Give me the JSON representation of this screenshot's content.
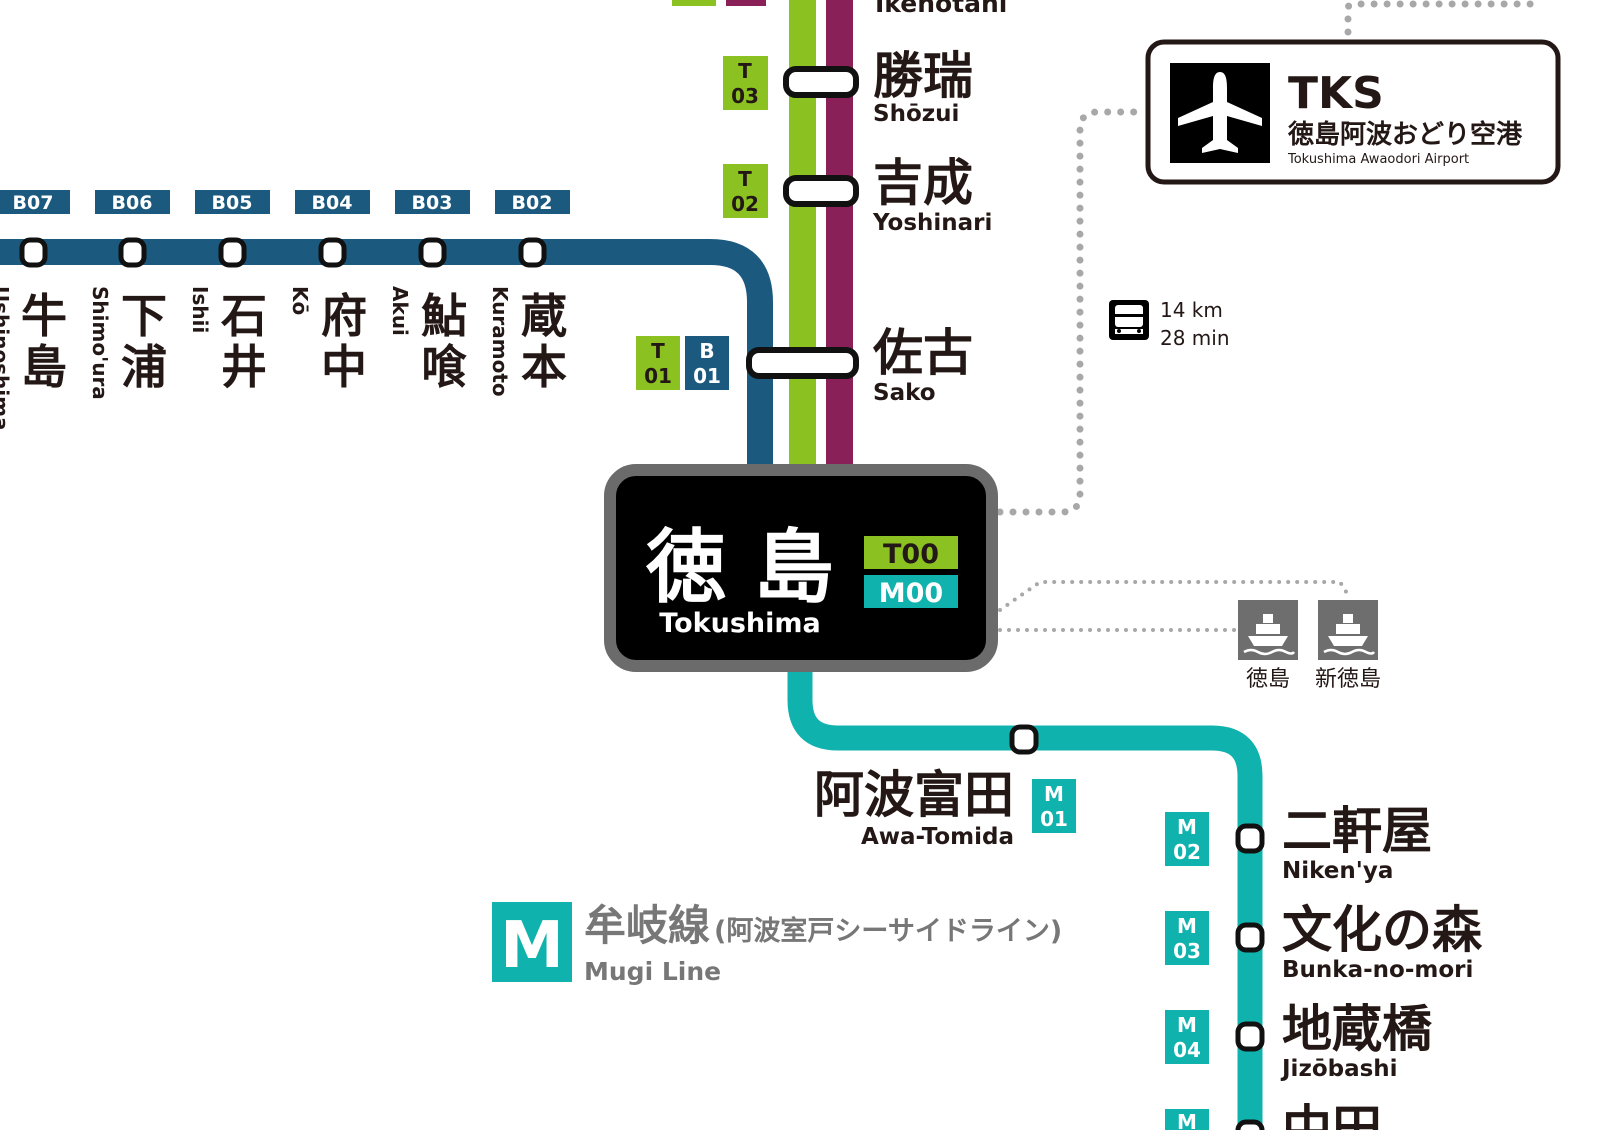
{
  "colors": {
    "b_line": "#1b5a7e",
    "t_line": "#8bc221",
    "purple_line": "#8a2058",
    "m_line": "#0fb2ad",
    "text": "#231815",
    "gray": "#777777",
    "hub_fill": "#000000",
    "hub_border": "#6b6b6b",
    "dots": "#a8a8a8"
  },
  "top_station": {
    "en": "Ikenotani"
  },
  "t_stations": [
    {
      "code_letter": "T",
      "code_num": "03",
      "jp": "勝瑞",
      "en": "Shōzui"
    },
    {
      "code_letter": "T",
      "code_num": "02",
      "jp": "吉成",
      "en": "Yoshinari"
    },
    {
      "code_letter": "T",
      "code_num": "01",
      "jp": "佐古",
      "en": "Sako"
    }
  ],
  "b_transfer_code": {
    "letter": "B",
    "num": "01"
  },
  "b_stations": [
    {
      "code": "B07",
      "jp": "牛島",
      "en": "Ushinoshima"
    },
    {
      "code": "B06",
      "jp": "下浦",
      "en": "Shimo'ura"
    },
    {
      "code": "B05",
      "jp": "石井",
      "en": "Ishii"
    },
    {
      "code": "B04",
      "jp": "府中",
      "en": "Kō"
    },
    {
      "code": "B03",
      "jp": "鮎喰",
      "en": "Akui"
    },
    {
      "code": "B02",
      "jp": "蔵本",
      "en": "Kuramoto"
    }
  ],
  "hub": {
    "jp": "徳 島",
    "en": "Tokushima",
    "code_t": "T00",
    "code_m": "M00"
  },
  "airport": {
    "code": "TKS",
    "jp": "徳島阿波おどり空港",
    "en": "Tokushima Awaodori Airport",
    "icon": "airplane-icon"
  },
  "bus": {
    "icon": "bus-icon",
    "distance": "14 km",
    "time": "28 min"
  },
  "ferries": [
    {
      "icon": "ferry-icon",
      "label": "徳島"
    },
    {
      "icon": "ferry-icon",
      "label": "新徳島"
    }
  ],
  "m_stations": [
    {
      "code_letter": "M",
      "code_num": "01",
      "jp": "阿波富田",
      "en": "Awa-Tomida"
    },
    {
      "code_letter": "M",
      "code_num": "02",
      "jp": "二軒屋",
      "en": "Niken'ya"
    },
    {
      "code_letter": "M",
      "code_num": "03",
      "jp": "文化の森",
      "en": "Bunka-no-mori"
    },
    {
      "code_letter": "M",
      "code_num": "04",
      "jp": "地蔵橋",
      "en": "Jizōbashi"
    },
    {
      "code_letter": "M",
      "code_num": "",
      "jp": "中田",
      "en": ""
    }
  ],
  "m_line_legend": {
    "letter": "M",
    "jp": "牟岐線",
    "jp_sub": "(阿波室戸シーサイドライン)",
    "en": "Mugi Line"
  }
}
